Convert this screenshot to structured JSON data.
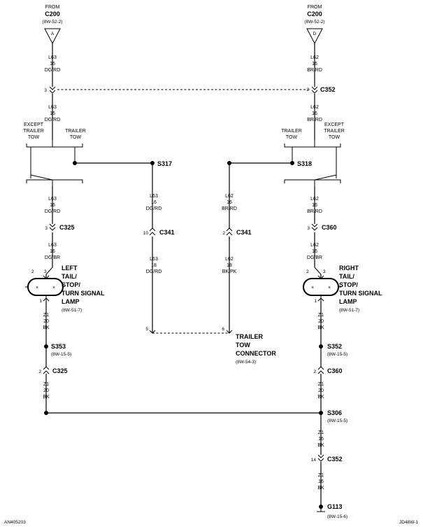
{
  "left_from": {
    "label": "FROM",
    "conn": "C200",
    "ref": "(8W-52-2)",
    "pin": "A"
  },
  "right_from": {
    "label": "FROM",
    "conn": "C200",
    "ref": "(8W-52-2)",
    "pin": "D"
  },
  "c352": {
    "name": "C352",
    "pin_left": "3",
    "pin_right": "2",
    "pin_bottom": "14"
  },
  "wires": {
    "l63_a": [
      "L63",
      "16",
      "DG/RD"
    ],
    "l63_b": [
      "L63",
      "16",
      "DG/RD"
    ],
    "l63_c": [
      "L63",
      "16",
      "DG/RD"
    ],
    "l63_d": [
      "L63",
      "16",
      "DG/BR"
    ],
    "l63_e": [
      "L63",
      "16",
      "DG/RD"
    ],
    "l63_f": [
      "L63",
      "18",
      "DG/RD"
    ],
    "l62_a": [
      "L62",
      "16",
      "BR/RD"
    ],
    "l62_b": [
      "L62",
      "16",
      "BR/RD"
    ],
    "l62_c": [
      "L62",
      "16",
      "BR/RD"
    ],
    "l62_d": [
      "L62",
      "16",
      "DG/BR"
    ],
    "l62_e": [
      "L62",
      "16",
      "BR/RD"
    ],
    "l62_f": [
      "L62",
      "18",
      "BK/PK"
    ],
    "z1_a": [
      "Z1",
      "20",
      "BK"
    ],
    "z1_b": [
      "Z1",
      "20",
      "BK"
    ],
    "z1_c": [
      "Z1",
      "20",
      "BK"
    ],
    "z1_d": [
      "Z1",
      "20",
      "BK"
    ],
    "z1_e": [
      "Z1",
      "16",
      "BK"
    ],
    "z1_f": [
      "Z1",
      "16",
      "BK"
    ]
  },
  "options": {
    "left_except": [
      "EXCEPT",
      "TRAILER",
      "TOW"
    ],
    "left_trailer": [
      "TRAILER",
      "TOW"
    ],
    "right_trailer": [
      "TRAILER",
      "TOW"
    ],
    "right_except": [
      "EXCEPT",
      "TRAILER",
      "TOW"
    ]
  },
  "splices": {
    "s317": "S317",
    "s318": "S318",
    "s353": {
      "name": "S353",
      "ref": "(8W-15-5)"
    },
    "s352": {
      "name": "S352",
      "ref": "(8W-15-5)"
    },
    "s306": {
      "name": "S306",
      "ref": "(8W-15-5)"
    }
  },
  "connectors": {
    "c325_top": {
      "name": "C325",
      "pin": "3"
    },
    "c325_bot": {
      "name": "C325",
      "pin": "2"
    },
    "c360_top": {
      "name": "C360",
      "pin": "3"
    },
    "c360_bot": {
      "name": "C360",
      "pin": "2"
    },
    "c341_left": {
      "name": "C341",
      "pin": "10"
    },
    "c341_right": {
      "name": "C341",
      "pin": "2"
    }
  },
  "lamps": {
    "left": {
      "lines": [
        "LEFT",
        "TAIL/",
        "STOP/",
        "TURN SIGNAL",
        "LAMP"
      ],
      "ref": "(8W-51-7)",
      "pin_top_left": "2",
      "pin_top_right": "3",
      "pin_bottom": "1"
    },
    "right": {
      "lines": [
        "RIGHT",
        "TAIL/",
        "STOP/",
        "TURN SIGNAL",
        "LAMP"
      ],
      "ref": "(8W-51-7)",
      "pin_top_left": "2",
      "pin_top_right": "3",
      "pin_bottom": "1"
    }
  },
  "trailer_connector": {
    "lines": [
      "TRAILER",
      "TOW",
      "CONNECTOR"
    ],
    "ref": "(8W-54-3)",
    "pin_left": "5",
    "pin_right": "6"
  },
  "ground": {
    "name": "G113",
    "ref": "(8W-15-6)"
  },
  "footer": {
    "left_code": "AN405203",
    "right_code": "JD48W-1"
  }
}
